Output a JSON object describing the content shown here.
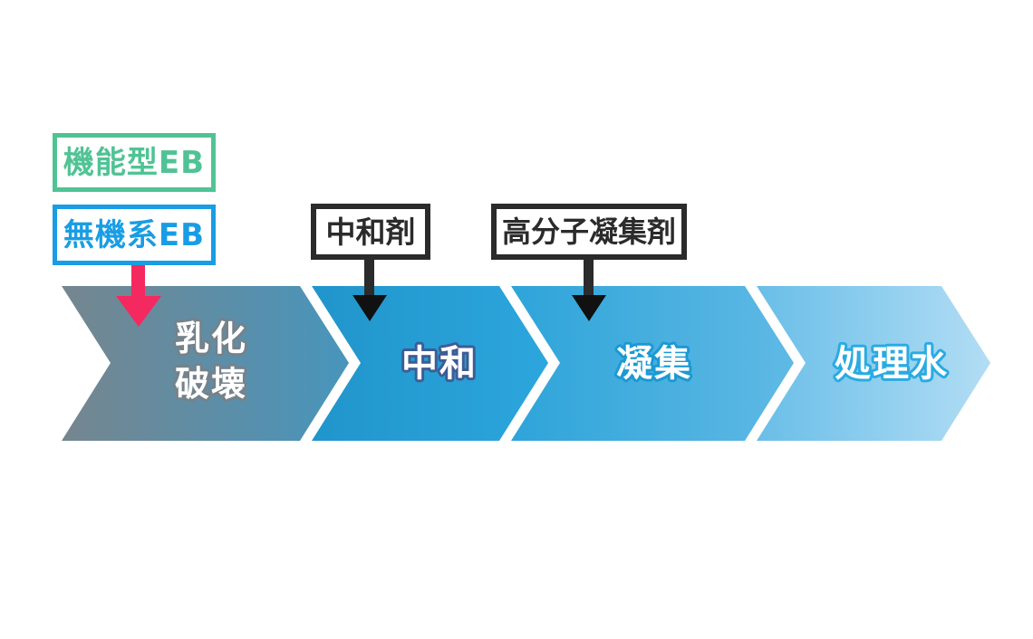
{
  "eb_labels": {
    "functional": {
      "label": "機能型EB",
      "color": "#50c394"
    },
    "inorganic": {
      "label": "無機系EB",
      "color": "#199de4",
      "arrow_color": "#f4295f"
    }
  },
  "additives": [
    {
      "label": "中和剤",
      "arrow_color": "#2b2b2b"
    },
    {
      "label": "高分子凝集剤",
      "arrow_color": "#2b2b2b"
    }
  ],
  "flow_steps": [
    {
      "label": "乳化破壊",
      "lines": [
        "乳化",
        "破壊"
      ],
      "color_from": "#75868f",
      "color_to": "#4895bc",
      "outline": "#75828b"
    },
    {
      "label": "中和",
      "color_from": "#2095cb",
      "color_to": "#2ca6dd",
      "outline": "#3e5c94"
    },
    {
      "label": "凝集",
      "color_from": "#2ea4d9",
      "color_to": "#5fb9e5",
      "outline": "#1b99d3"
    },
    {
      "label": "処理水",
      "color_from": "#69bee8",
      "color_to": "#b2ddf4",
      "outline": "#29abe2"
    }
  ]
}
